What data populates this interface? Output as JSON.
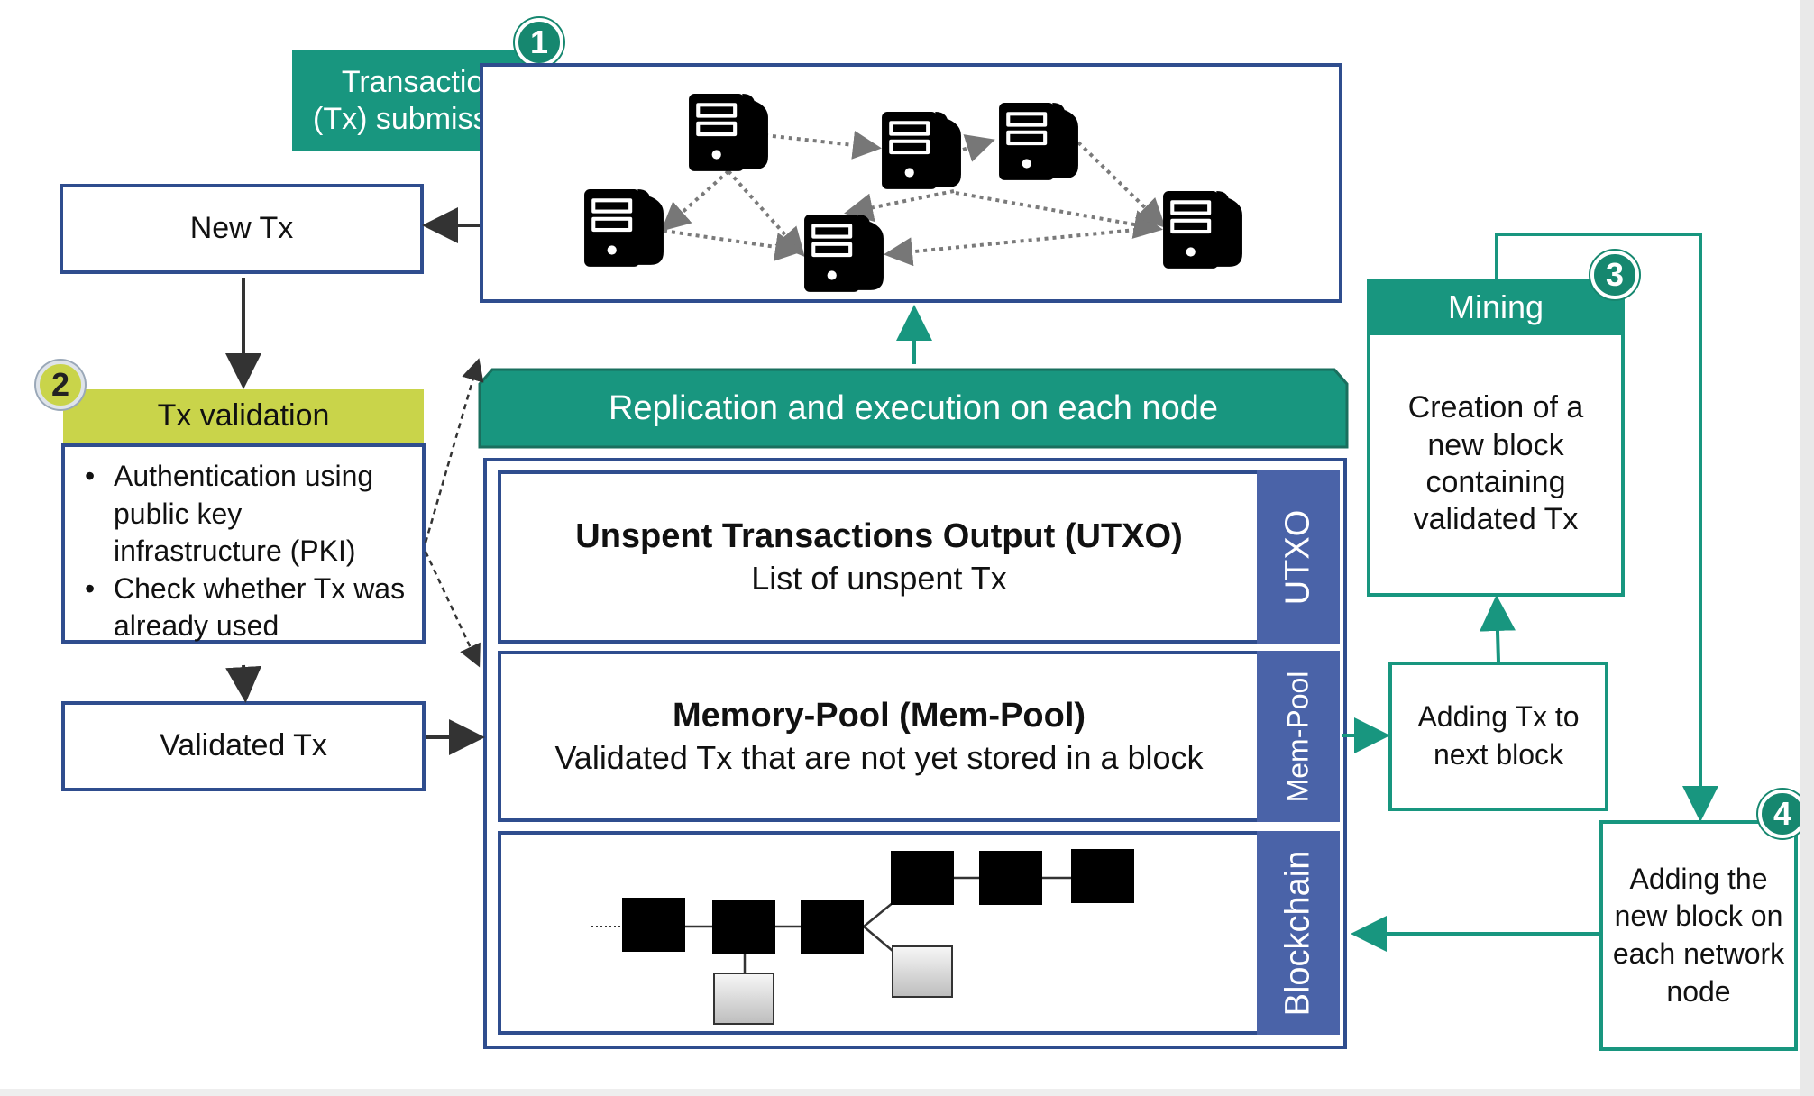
{
  "steps": {
    "submission": {
      "number": "1",
      "label": "Transaction\n(Tx) submission"
    },
    "validation": {
      "number": "2",
      "label": "Tx validation",
      "bullets": [
        "Authentication using public key infrastructure (PKI)",
        "Check whether Tx was already used"
      ]
    },
    "mining": {
      "number": "3",
      "label": "Mining",
      "body": "Creation of a new block containing validated Tx"
    },
    "broadcast": {
      "number": "4",
      "body": "Adding the new block on each network node"
    }
  },
  "boxes": {
    "new_tx": "New Tx",
    "validated_tx": "Validated Tx",
    "adding_tx": "Adding Tx to next block"
  },
  "replication": {
    "banner": "Replication and execution on each node"
  },
  "layers": {
    "utxo": {
      "title": "Unspent Transactions Output (UTXO)",
      "subtitle": "List of unspent Tx",
      "tab": "UTXO"
    },
    "mempool": {
      "title": "Memory-Pool (Mem-Pool)",
      "subtitle": "Validated Tx that are not yet stored in a block",
      "tab": "Mem-Pool"
    },
    "blockchain": {
      "tab": "Blockchain"
    }
  },
  "icons": {
    "network_nodes": "server-icon",
    "blocks": "block-icon"
  },
  "colors": {
    "teal": "#18967f",
    "navy": "#2f4d8e",
    "tab_blue": "#4a63a8",
    "lime": "#c9d44a"
  }
}
